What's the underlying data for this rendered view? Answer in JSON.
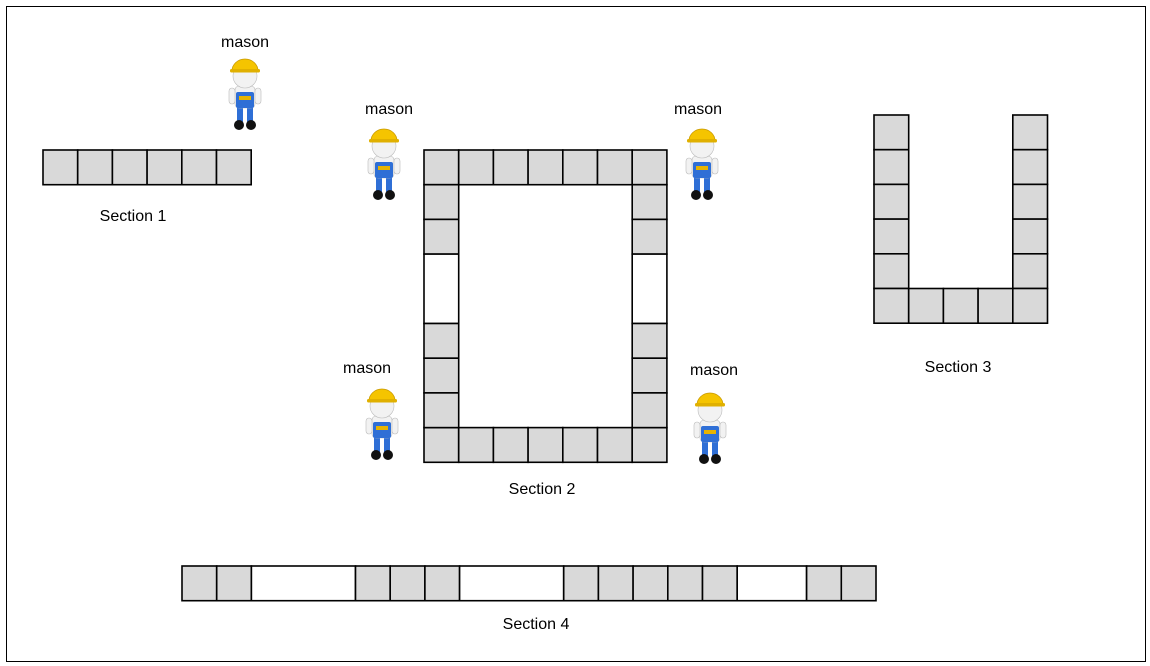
{
  "diagram": {
    "worker_label": "mason",
    "sections": {
      "s1": {
        "label": "Section 1",
        "pattern": "XXXXXX"
      },
      "s2": {
        "label": "Section 2",
        "top": "XXXXXXX",
        "bottom": "XXXXXXX",
        "left_side": "XX__XXX",
        "right_side": "XX__XXX"
      },
      "s3": {
        "label": "Section 3",
        "left_col": "XXXXX",
        "right_col": "XXXXX",
        "bottom": "XXXXX"
      },
      "s4": {
        "label": "Section 4",
        "pattern": "XX___XXX___XXXXX__XX"
      }
    },
    "colors": {
      "brick": "#d9d9d9",
      "gap": "#ffffff",
      "outline": "#000000",
      "helmet": "#f5c400",
      "overalls": "#2f6fd6",
      "skin": "#f2f2f2"
    }
  }
}
